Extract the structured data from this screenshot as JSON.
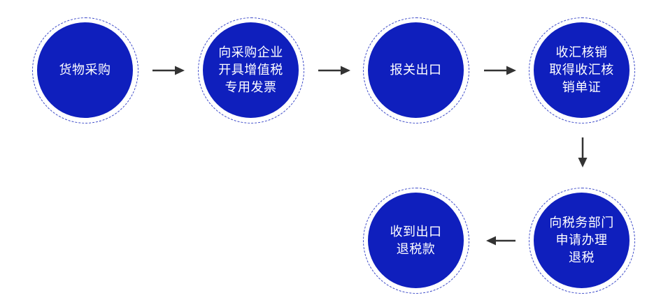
{
  "steps": [
    {
      "lines": [
        "货物采购"
      ]
    },
    {
      "lines": [
        "向采购企业",
        "开具增值税",
        "专用发票"
      ]
    },
    {
      "lines": [
        "报关出口"
      ]
    },
    {
      "lines": [
        "收汇核销",
        "取得收汇核",
        "销单证"
      ]
    },
    {
      "lines": [
        "向税务部门",
        "申请办理",
        "退税"
      ]
    },
    {
      "lines": [
        "收到出口",
        "退税款"
      ]
    }
  ],
  "colors": {
    "node_fill": "#0f1fbd",
    "node_ring": "#3a48c8",
    "arrow": "#333333",
    "text": "#ffffff"
  }
}
